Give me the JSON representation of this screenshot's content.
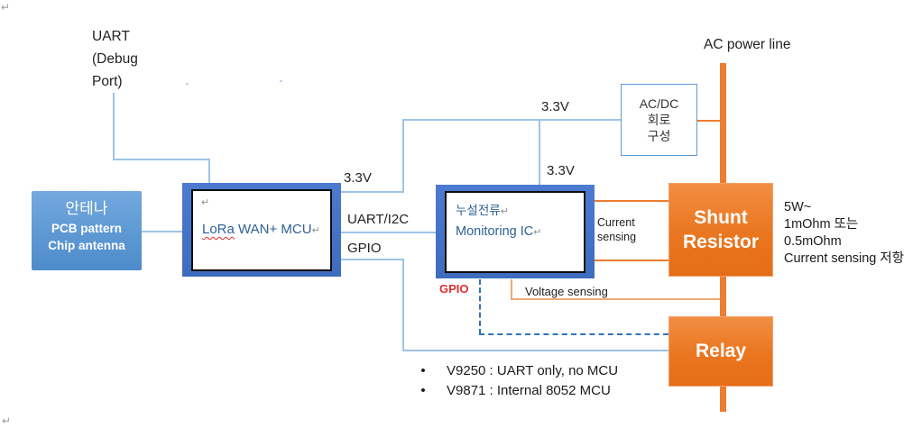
{
  "diagram": {
    "pilcrow": "↵",
    "bullet_glyph": "•",
    "uart_debug_label": "UART\n(Debug\nPort)",
    "ac_power_line_label": "AC power line",
    "antenna": {
      "title": "안테나",
      "line1": "PCB pattern",
      "line2": "Chip antenna"
    },
    "mcu": {
      "name_highlight": "LoRa",
      "name_rest": " WAN+ MCU"
    },
    "monitoring_ic": {
      "line1": "누설전류",
      "line2": "Monitoring IC"
    },
    "acdc_box_label": "AC/DC\n회로\n구성",
    "shunt_resistor_label": "Shunt\nResistor",
    "relay_label": "Relay",
    "labels": {
      "v33_mcu": "3.3V",
      "v33_top": "3.3V",
      "v33_ic": "3.3V",
      "uart_i2c": "UART/I2C",
      "gpio_mcu": "GPIO",
      "gpio_ic": "GPIO",
      "current_sensing": "Current\nsensing",
      "voltage_sensing": "Voltage sensing"
    },
    "side_note": "5W~\n1mOhm 또는\n0.5mOhm\nCurrent sensing 저항",
    "bullets": [
      "V9250 : UART only, no MCU",
      "V9871 : Internal 8052 MCU"
    ],
    "colors": {
      "blue_frame": "#4472C4",
      "light_blue_line": "#9DC3E6",
      "dashed_blue": "#2E75B6",
      "orange": "#ED7D31",
      "light_orange": "#F2A878",
      "antenna_blue": "#5B9BD5",
      "red_label": "#E03030",
      "box_text_blue": "#2E6096"
    }
  }
}
